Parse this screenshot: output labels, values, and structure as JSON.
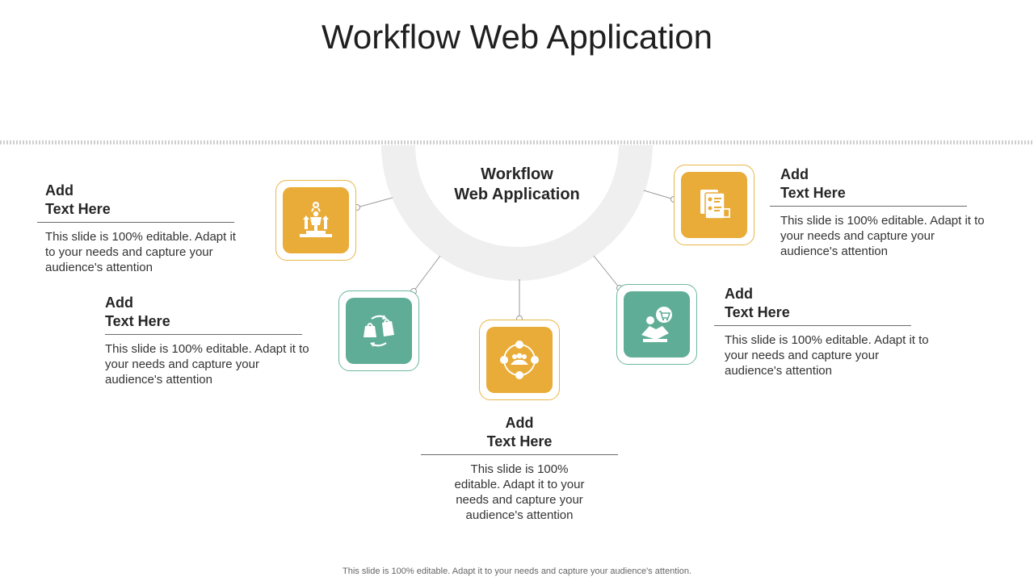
{
  "title": "Workflow Web Application",
  "center": {
    "line1": "Workflow",
    "line2": "Web Application"
  },
  "colors": {
    "orange": "#E9AC38",
    "green": "#5FAD96",
    "ring": "#EFEFEF",
    "connector": "#9A9A9A"
  },
  "items": [
    {
      "icon": "podium-award-icon",
      "color": "orange",
      "heading1": "Add",
      "heading2": "Text Here",
      "body": "This slide is 100% editable. Adapt it to your needs and capture your audience's attention"
    },
    {
      "icon": "shopping-bags-cycle-icon",
      "color": "green",
      "heading1": "Add",
      "heading2": "Text Here",
      "body": "This slide is 100% editable. Adapt it to your needs and capture your audience's attention"
    },
    {
      "icon": "team-network-icon",
      "color": "orange",
      "heading1": "Add",
      "heading2": "Text Here",
      "body": "This slide is 100% editable. Adapt it to your needs and capture your audience's attention"
    },
    {
      "icon": "handshake-cart-icon",
      "color": "green",
      "heading1": "Add",
      "heading2": "Text Here",
      "body": "This slide is 100% editable. Adapt it to your needs and capture your audience's attention"
    },
    {
      "icon": "profile-document-icon",
      "color": "orange",
      "heading1": "Add",
      "heading2": "Text Here",
      "body": "This slide is 100% editable. Adapt it to your needs and capture your audience's attention"
    }
  ],
  "footer": "This slide is 100% editable. Adapt it to your needs and capture your audience's attention."
}
